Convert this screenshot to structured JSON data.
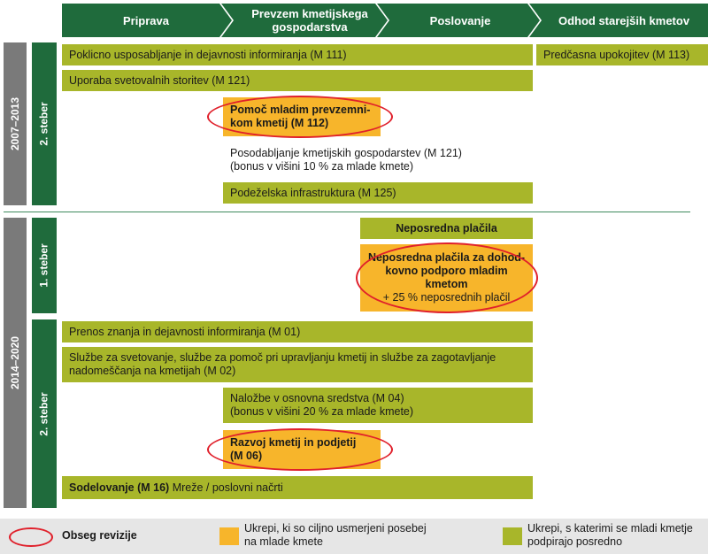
{
  "header": {
    "stages": [
      "Priprava",
      "Prevzem kmetijskega gospodarstva",
      "Poslovanje",
      "Odhod starejših kmetov"
    ]
  },
  "periods": {
    "p1": "2007–2013",
    "p2": "2014–2020"
  },
  "pillars": {
    "p1_second": "2. steber",
    "p2_first": "1. steber",
    "p2_second": "2. steber"
  },
  "measures_2007": {
    "m111": "Poklicno usposabljanje in dejavnosti informiranja (M 111)",
    "m113": "Predčasna upokojitev (M 113)",
    "m121_services": "Uporaba svetovalnih storitev (M 121)",
    "m112_line1": "Pomoč mladim prevzemni-",
    "m112_line2": "kom kmetij (M 112)",
    "m121_mod_line1": "Posodabljanje kmetijskih gospodarstev (M 121)",
    "m121_mod_line2": "(bonus v višini 10 % za mlade kmete)",
    "m125": "Podeželska infrastruktura (M 125)"
  },
  "measures_2014_p1": {
    "direct": "Neposredna plačila",
    "young_line1": "Neposredna plačila za dohod-",
    "young_line2": "kovno podporo mladim kmetom",
    "young_line3": "+ 25 % neposrednih plačil"
  },
  "measures_2014_p2": {
    "m01": "Prenos znanja in dejavnosti informiranja (M 01)",
    "m02_line1": "Službe za svetovanje, službe za pomoč pri upravljanju kmetij in službe za zagotavljanje",
    "m02_line2": "nadomeščanja na kmetijah (M 02)",
    "m04_line1": "Naložbe v osnovna sredstva (M 04)",
    "m04_line2": "(bonus v višini 20 % za mlade kmete)",
    "m06_line1": "Razvoj kmetij in podjetij",
    "m06_line2": "(M 06)",
    "m16_bold": "Sodelovanje (M 16)",
    "m16_rest": " Mreže / poslovni načrti"
  },
  "legend": {
    "scope": "Obseg revizije",
    "targeted_line1": "Ukrepi, ki so ciljno usmerjeni posebej",
    "targeted_line2": "na mlade kmete",
    "indirect_line1": "Ukrepi, s katerimi se mladi kmetje",
    "indirect_line2": "podpirajo posredno"
  },
  "colors": {
    "chevron_green": "#1f6b3c",
    "measure_green": "#a8b62a",
    "young_orange": "#f7b52b",
    "scope_red": "#e0202b",
    "period_grey": "#7a7a7a"
  }
}
